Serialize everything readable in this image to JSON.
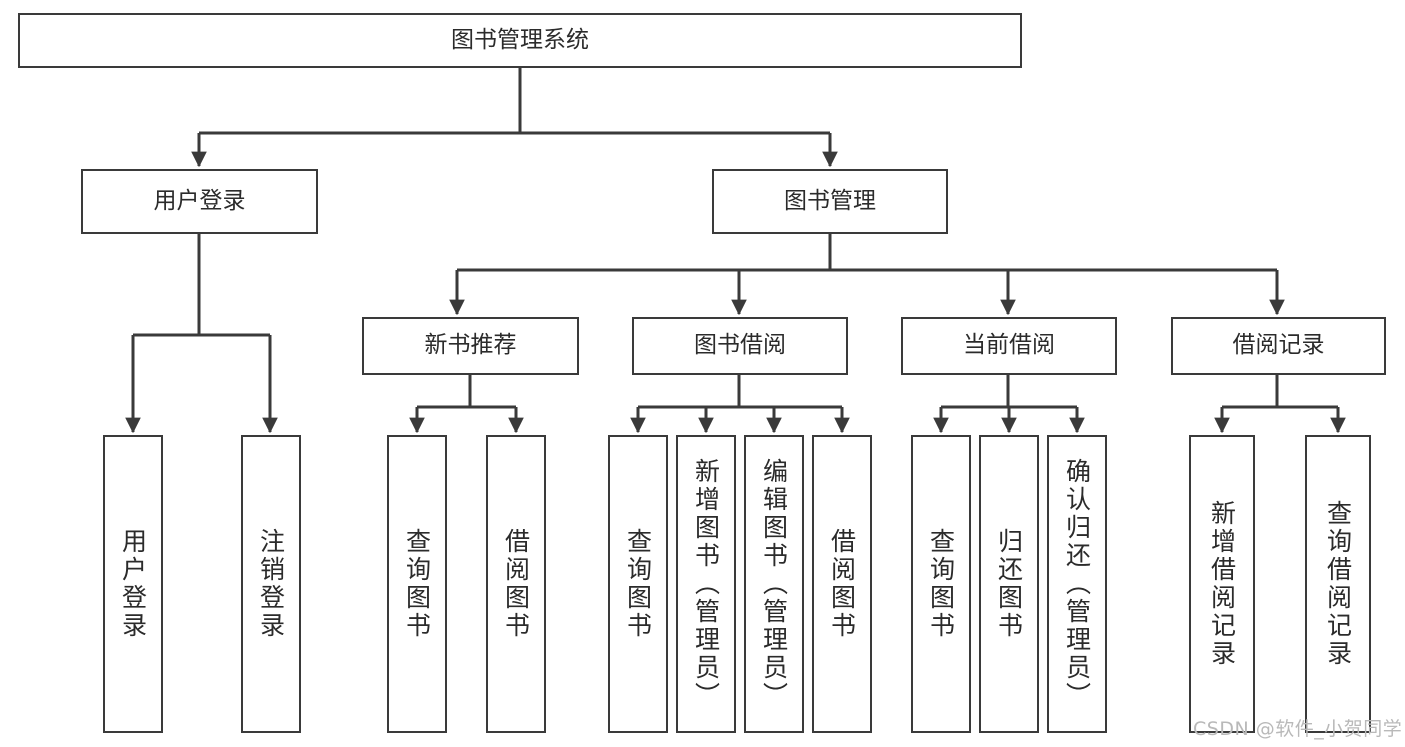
{
  "diagram": {
    "title": "图书管理系统",
    "type": "tree",
    "colors": {
      "box_border": "#3a3a3a",
      "box_fill": "#ffffff",
      "line": "#3a3a3a",
      "text": "#2b2b2b",
      "watermark": "#b9b9b9",
      "background": "#ffffff"
    },
    "nodes": {
      "root": {
        "label": "图书管理系统"
      },
      "level2": [
        {
          "label": "用户登录"
        },
        {
          "label": "图书管理"
        }
      ],
      "level3": [
        {
          "label": "新书推荐"
        },
        {
          "label": "图书借阅"
        },
        {
          "label": "当前借阅"
        },
        {
          "label": "借阅记录"
        }
      ],
      "leaves": {
        "user_login": [
          {
            "label": "用户登录"
          },
          {
            "label": "注销登录"
          }
        ],
        "new_book_recommend": [
          {
            "label": "查询图书"
          },
          {
            "label": "借阅图书"
          }
        ],
        "book_borrow": [
          {
            "label": "查询图书"
          },
          {
            "label": "新增图书（管理员）"
          },
          {
            "label": "编辑图书（管理员）"
          },
          {
            "label": "借阅图书"
          }
        ],
        "current_borrow": [
          {
            "label": "查询图书"
          },
          {
            "label": "归还图书"
          },
          {
            "label": "确认归还（管理员）"
          }
        ],
        "borrow_record": [
          {
            "label": "新增借阅记录"
          },
          {
            "label": "查询借阅记录"
          }
        ]
      }
    },
    "watermark": "CSDN @软件_小贺同学"
  }
}
